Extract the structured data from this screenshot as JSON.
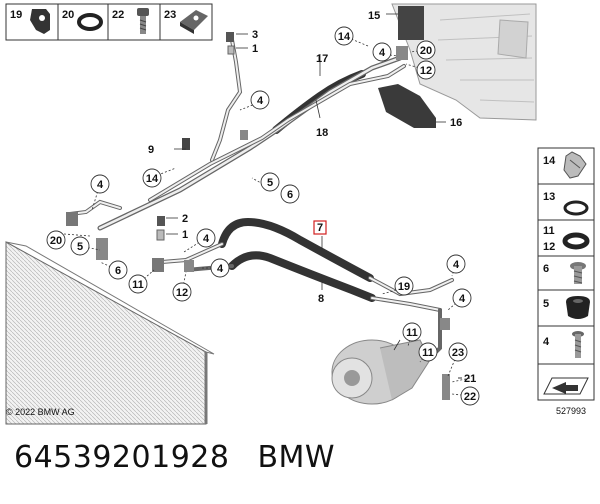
{
  "diagram": {
    "top_boxes": [
      {
        "num": "19",
        "icon": "bracket-clip-icon"
      },
      {
        "num": "20",
        "icon": "o-ring-icon"
      },
      {
        "num": "22",
        "icon": "bolt-icon"
      },
      {
        "num": "23",
        "icon": "clamp-block-icon"
      }
    ],
    "side_boxes": [
      {
        "nums": [
          "14"
        ],
        "icon": "spring-clip-icon"
      },
      {
        "nums": [
          "13"
        ],
        "icon": "o-ring-icon"
      },
      {
        "nums": [
          "11",
          "12"
        ],
        "icon": "o-ring-thick-icon"
      },
      {
        "nums": [
          "6"
        ],
        "icon": "screw-icon"
      },
      {
        "nums": [
          "5"
        ],
        "icon": "rubber-grommet-icon"
      },
      {
        "nums": [
          "4"
        ],
        "icon": "long-screw-icon"
      },
      {
        "nums": [],
        "icon": "arrow-reference-icon"
      }
    ],
    "callouts": {
      "c1": "1",
      "c2": "2",
      "c3": "3",
      "c4": "4",
      "c5": "5",
      "c6": "6",
      "c7": "7",
      "c8": "8",
      "c9": "9",
      "c11": "11",
      "c12": "12",
      "c14": "14",
      "c15": "15",
      "c16": "16",
      "c17": "17",
      "c18": "18",
      "c19": "19",
      "c20": "20",
      "c21": "21",
      "c22": "22",
      "c23": "23"
    },
    "copyright": "© 2022 BMW AG",
    "diagram_id": "527993"
  },
  "caption": {
    "part_number": "64539201928",
    "brand": "BMW"
  }
}
